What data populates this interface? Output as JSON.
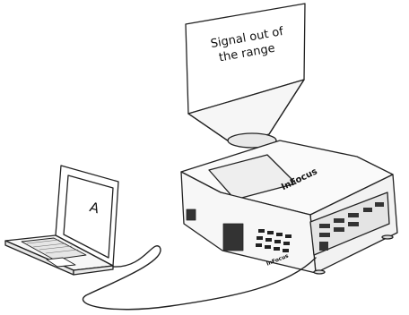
{
  "screen": {
    "message_line1": "Signal out of",
    "message_line2": "the range"
  },
  "laptop": {
    "screen_label": "A"
  },
  "projector": {
    "top_logo": "InFocus",
    "front_logo": "InFocus"
  }
}
